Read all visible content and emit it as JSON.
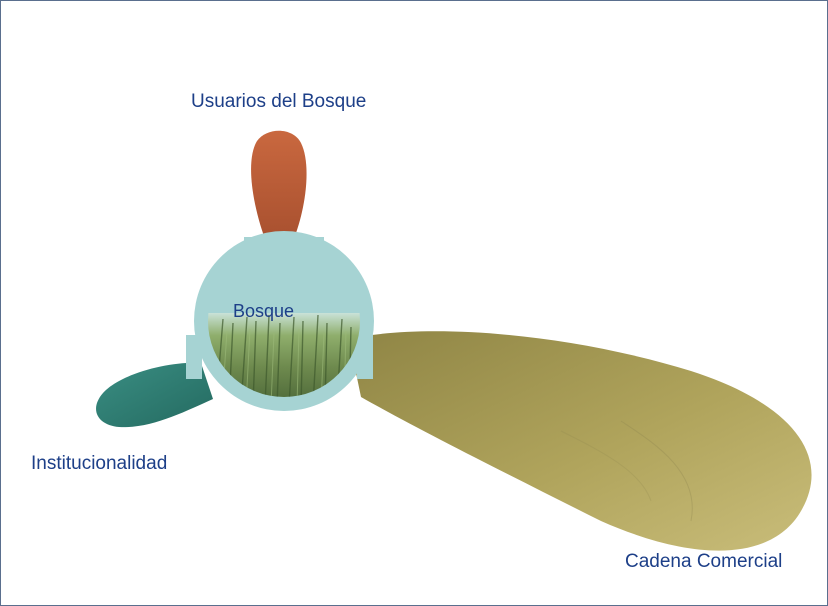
{
  "diagram": {
    "labels": {
      "forest_users": "Usuarios del Bosque",
      "forest": "Bosque",
      "institutions": "Institucionalidad",
      "commercial_chain": "Cadena Comercial"
    },
    "colors": {
      "frame_border": "#5a6f8e",
      "label_text": "#1d3f88",
      "hub_fill": "#a6d3d3",
      "forest_users_blade": "#b85a38",
      "institutions_blade": "#2f7c72",
      "commercial_chain_blade": "#a69a55",
      "forest_photo": "#6f8a52"
    }
  }
}
